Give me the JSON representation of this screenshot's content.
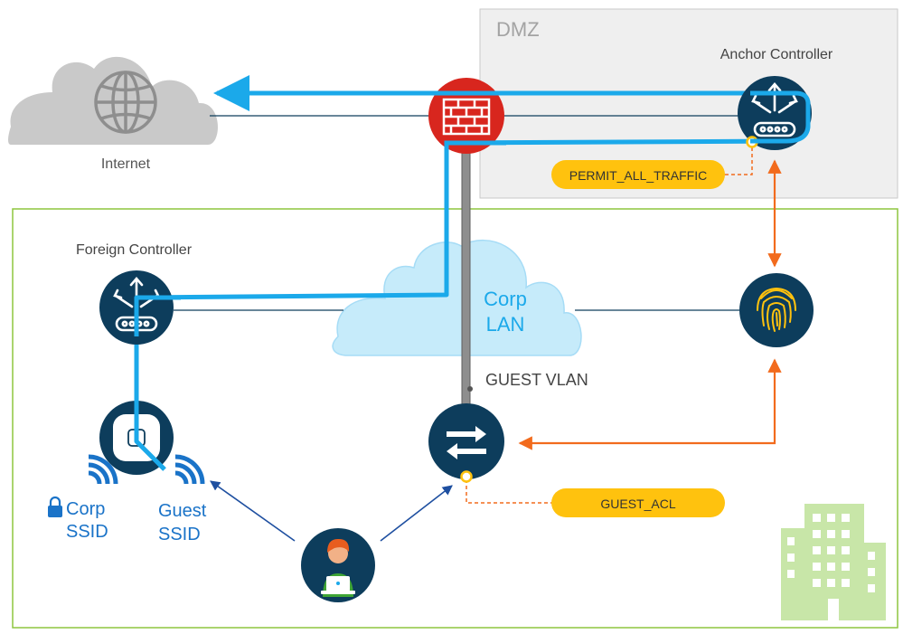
{
  "zones": {
    "dmz": {
      "label": "DMZ"
    }
  },
  "nodes": {
    "internet": {
      "label": "Internet"
    },
    "anchor_controller": {
      "label": "Anchor Controller"
    },
    "foreign_controller": {
      "label": "Foreign Controller"
    },
    "corp_lan": {
      "line1": "Corp",
      "line2": "LAN"
    },
    "guest_vlan": {
      "label": "GUEST VLAN"
    }
  },
  "ssids": {
    "corp": {
      "line1": "Corp",
      "line2": "SSID"
    },
    "guest": {
      "line1": "Guest",
      "line2": "SSID"
    }
  },
  "acls": {
    "permit_all": {
      "label": "PERMIT_ALL_TRAFFIC"
    },
    "guest_acl": {
      "label": "GUEST_ACL"
    }
  },
  "colors": {
    "tunnel": "#1BA9EA",
    "device": "#0D3D5C",
    "firewall": "#D8261E",
    "acl_pill": "#FFC20E",
    "auth_link": "#F26B1D",
    "client_link": "#1E4FA0",
    "site_border": "#8DC63F",
    "building": "#C8E6A8",
    "ssid": "#1A73C8"
  }
}
